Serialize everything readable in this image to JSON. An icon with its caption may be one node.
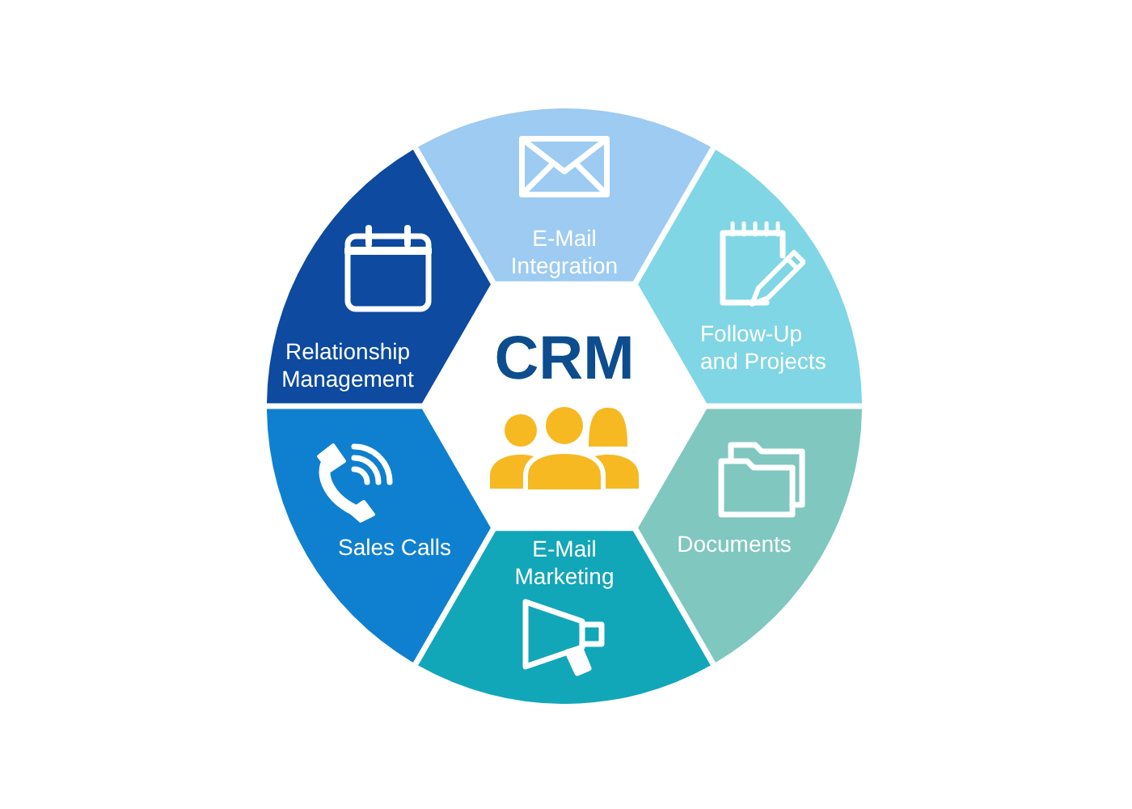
{
  "diagram": {
    "nodes": [
      {
        "text": [
          "CRM"
        ]
      },
      {
        "text": [
          "E-Mail Integration"
        ]
      },
      {
        "text": [
          "Follow-Up and Projects"
        ]
      },
      {
        "text": [
          "Documents"
        ]
      },
      {
        "text": [
          "E-Mail Marketing"
        ]
      },
      {
        "text": [
          "Sales Calls"
        ]
      },
      {
        "text": [
          "Relationship Management"
        ]
      }
    ]
  }
}
